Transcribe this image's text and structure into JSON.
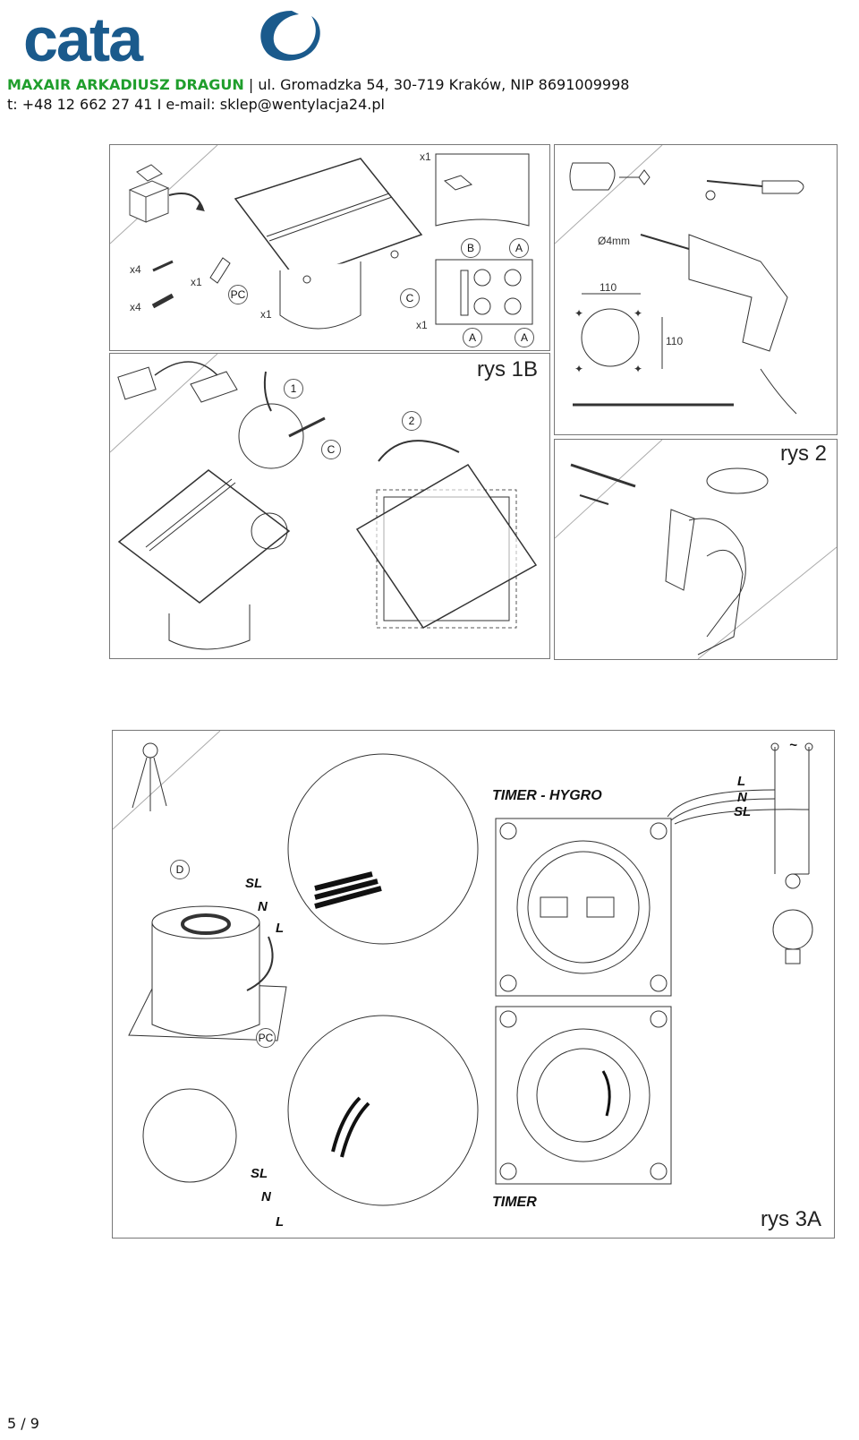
{
  "header": {
    "logo_text": "cata",
    "company_name": "MAXAIR ARKADIUSZ DRAGUN",
    "company_address": " | ul. Gromadzka 54, 30-719 Kraków, NIP 8691009998",
    "contact": "t: +48 12 662 27 41 I e-mail: sklep@wentylacja24.pl",
    "brand_color": "#1a5a8c"
  },
  "fig_1b": {
    "label": "rys 1B",
    "qty": {
      "box": "x1",
      "screws": "x4",
      "plugs": "x4",
      "clip": "x1",
      "fan": "x1",
      "board": "x1"
    },
    "parts": {
      "pc": "PC",
      "c": "C",
      "b": "B",
      "a": "A"
    },
    "steps": {
      "one": "1",
      "two": "2"
    }
  },
  "fig_2": {
    "label": "rys 2",
    "drill": "Ø4mm",
    "dim_width": "110",
    "dim_height": "110"
  },
  "fig_3a": {
    "label": "rys 3A",
    "heading_hygro": "TIMER - HYGRO",
    "heading_timer": "TIMER",
    "wires": {
      "sl": "SL",
      "n": "N",
      "l": "L"
    },
    "supply": "~",
    "part_d": "D",
    "part_pc": "PC"
  },
  "footer": {
    "page": "5 / 9"
  }
}
